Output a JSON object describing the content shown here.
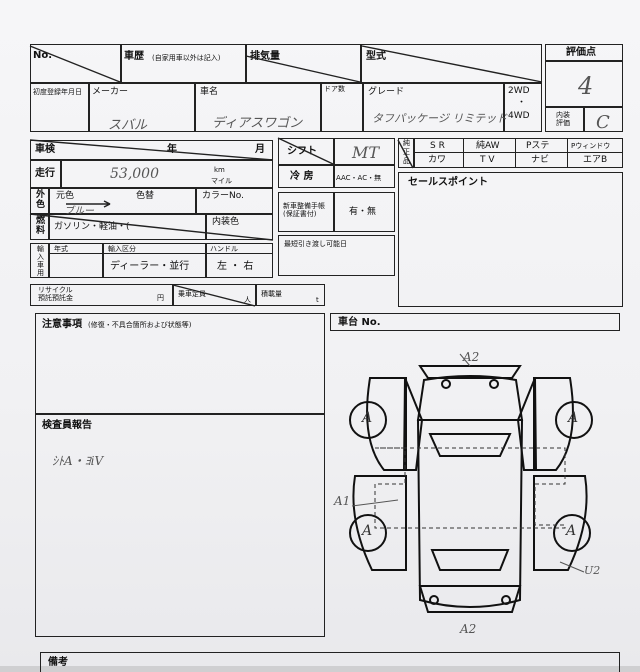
{
  "header": {
    "no": "No.",
    "history": "車歴",
    "history_note": "(自家用車以外は記入)",
    "displacement": "排気量",
    "model": "型式",
    "score_label": "評価点",
    "score_value": "4",
    "first_reg": "初度登録年月日",
    "maker": "メーカー",
    "maker_value": "スバル",
    "car_name": "車名",
    "car_name_value": "ディアスワゴン",
    "doors": "ドア数",
    "grade": "グレード",
    "grade_value": "タフパッケージ リミテッド",
    "drive_2wd": "2WD",
    "drive_dot": "・",
    "drive_4wd": "4WD",
    "interior_label": "内装\n評価",
    "interior_value": "C"
  },
  "inspection": {
    "shaken": "車検",
    "year": "年",
    "month": "月",
    "mileage": "走行",
    "mileage_value": "53,000",
    "km": "km",
    "mile": "マイル",
    "exterior": "外\n色",
    "original_color": "元色",
    "color_change": "色替",
    "color_no": "カラーNo.",
    "color_value": "ブルー",
    "fuel": "燃\n料",
    "fuel_types": "ガソリン・軽油・(",
    "interior_color": "内装色",
    "import": "輸\n入\n車\n用",
    "model_year": "年式",
    "import_type": "輸入区分",
    "import_value": "ディーラー・並行",
    "handle": "ハンドル",
    "handle_value": "左 ・ 右",
    "recycle": "リサイクル\n預託預託金",
    "yen": "円",
    "capacity": "乗車定員",
    "people": "人",
    "load": "積載量",
    "ton": "t"
  },
  "spec": {
    "shift": "シフト",
    "shift_value": "MT",
    "ac": "冷 房",
    "ac_options": "AAC・AC・無",
    "warranty": "新車整備手帳\n(保証書付)",
    "warranty_options": "有・無",
    "nearest": "最短引き渡し可能日"
  },
  "equipment": {
    "label": "純\n正\n品",
    "row1": [
      "S R",
      "純AW",
      "Pステ",
      "Pウィンドウ"
    ],
    "row2": [
      "カワ",
      "T V",
      "ナビ",
      "エアB"
    ]
  },
  "sales_point": "セールスポイント",
  "notes": {
    "title": "注意事項",
    "subtitle": "(修復・不具合箇所および状態等)",
    "inspector": "検査員報告",
    "inspector_value": "ｼﾄA・ﾖiV",
    "remarks": "備考"
  },
  "chassis": {
    "label": "車台 No.",
    "marks": {
      "top": "A2",
      "left_wheel_front": "A",
      "right_wheel_front": "A",
      "left_wheel_rear": "A",
      "right_wheel_rear": "A",
      "left_side": "A1",
      "rear_right": "U2",
      "bottom": "A2"
    }
  }
}
